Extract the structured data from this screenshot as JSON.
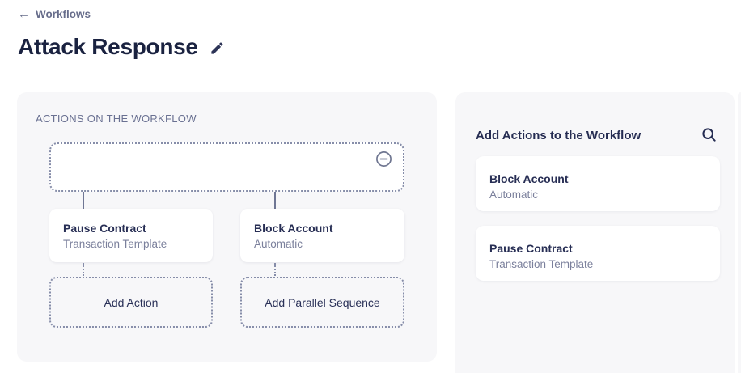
{
  "header": {
    "back_label": "Workflows",
    "title": "Attack Response"
  },
  "icons": {
    "back_glyph": "←",
    "edit": "pencil-icon",
    "remove": "minus-circle-icon",
    "search": "magnifier-icon"
  },
  "workflow_panel": {
    "section_label": "ACTIONS ON THE WORKFLOW",
    "nodes": [
      {
        "title": "Pause Contract",
        "subtitle": "Transaction Template"
      },
      {
        "title": "Block Account",
        "subtitle": "Automatic"
      }
    ],
    "add_action_label": "Add Action",
    "add_parallel_label": "Add Parallel Sequence"
  },
  "actions_panel": {
    "title": "Add Actions to the Workflow",
    "items": [
      {
        "title": "Block Account",
        "subtitle": "Automatic"
      },
      {
        "title": "Pause Contract",
        "subtitle": "Transaction Template"
      }
    ]
  },
  "colors": {
    "panel_bg": "#f7f7f9",
    "navy_text": "#252c52",
    "slate_text": "#7b809c",
    "dotted_border": "#868da9",
    "title_text": "#1a2240"
  }
}
